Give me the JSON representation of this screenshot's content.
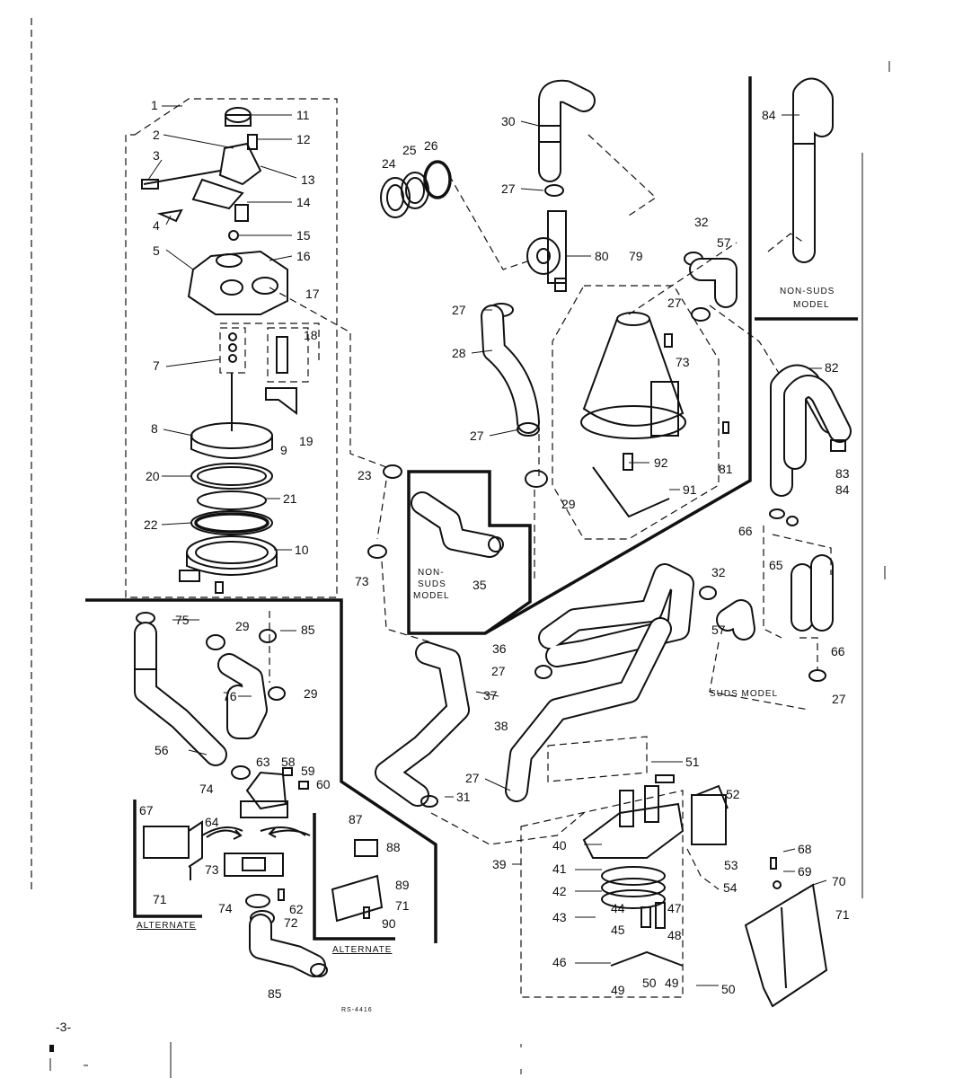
{
  "callouts": [
    {
      "t": "1"
    },
    {
      "t": "11"
    },
    {
      "t": "2"
    },
    {
      "t": "12"
    },
    {
      "t": "3"
    },
    {
      "t": "13"
    },
    {
      "t": "14"
    },
    {
      "t": "4"
    },
    {
      "t": "15"
    },
    {
      "t": "5"
    },
    {
      "t": "16"
    },
    {
      "t": "17"
    },
    {
      "t": "18"
    },
    {
      "t": "7"
    },
    {
      "t": "19"
    },
    {
      "t": "8"
    },
    {
      "t": "9"
    },
    {
      "t": "20"
    },
    {
      "t": "21"
    },
    {
      "t": "22"
    },
    {
      "t": "10"
    },
    {
      "t": "24"
    },
    {
      "t": "25"
    },
    {
      "t": "26"
    },
    {
      "t": "30"
    },
    {
      "t": "27"
    },
    {
      "t": "80"
    },
    {
      "t": "32"
    },
    {
      "t": "57"
    },
    {
      "t": "79"
    },
    {
      "t": "27"
    },
    {
      "t": "27"
    },
    {
      "t": "28"
    },
    {
      "t": "73"
    },
    {
      "t": "27"
    },
    {
      "t": "92"
    },
    {
      "t": "81"
    },
    {
      "t": "91"
    },
    {
      "t": "29"
    },
    {
      "t": "84"
    },
    {
      "t": "82"
    },
    {
      "t": "83"
    },
    {
      "t": "84"
    },
    {
      "t": "66"
    },
    {
      "t": "65"
    },
    {
      "t": "66"
    },
    {
      "t": "27"
    },
    {
      "t": "23"
    },
    {
      "t": "73"
    },
    {
      "t": "35"
    },
    {
      "t": "32"
    },
    {
      "t": "57"
    },
    {
      "t": "36"
    },
    {
      "t": "27"
    },
    {
      "t": "37"
    },
    {
      "t": "38"
    },
    {
      "t": "75"
    },
    {
      "t": "29"
    },
    {
      "t": "85"
    },
    {
      "t": "76"
    },
    {
      "t": "29"
    },
    {
      "t": "56"
    },
    {
      "t": "63"
    },
    {
      "t": "58"
    },
    {
      "t": "59"
    },
    {
      "t": "60"
    },
    {
      "t": "74"
    },
    {
      "t": "67"
    },
    {
      "t": "64"
    },
    {
      "t": "87"
    },
    {
      "t": "88"
    },
    {
      "t": "73"
    },
    {
      "t": "89"
    },
    {
      "t": "71"
    },
    {
      "t": "71"
    },
    {
      "t": "62"
    },
    {
      "t": "74"
    },
    {
      "t": "72"
    },
    {
      "t": "90"
    },
    {
      "t": "85"
    },
    {
      "t": "27"
    },
    {
      "t": "31"
    },
    {
      "t": "39"
    },
    {
      "t": "40"
    },
    {
      "t": "51"
    },
    {
      "t": "52"
    },
    {
      "t": "53"
    },
    {
      "t": "41"
    },
    {
      "t": "42"
    },
    {
      "t": "54"
    },
    {
      "t": "43"
    },
    {
      "t": "44"
    },
    {
      "t": "47"
    },
    {
      "t": "45"
    },
    {
      "t": "48"
    },
    {
      "t": "46"
    },
    {
      "t": "49"
    },
    {
      "t": "50"
    },
    {
      "t": "49"
    },
    {
      "t": "50"
    },
    {
      "t": "68"
    },
    {
      "t": "69"
    },
    {
      "t": "70"
    },
    {
      "t": "71"
    }
  ],
  "notes": {
    "non_suds_model_right": [
      "NON-SUDS",
      "MODEL"
    ],
    "non_suds_model_left": [
      "NON-",
      "SUDS",
      "MODEL"
    ],
    "suds_model": "SUDS MODEL",
    "alternate_left": "ALTERNATE",
    "alternate_right": "ALTERNATE",
    "drawing_number": "RS-4416",
    "page_number": "-3-"
  }
}
